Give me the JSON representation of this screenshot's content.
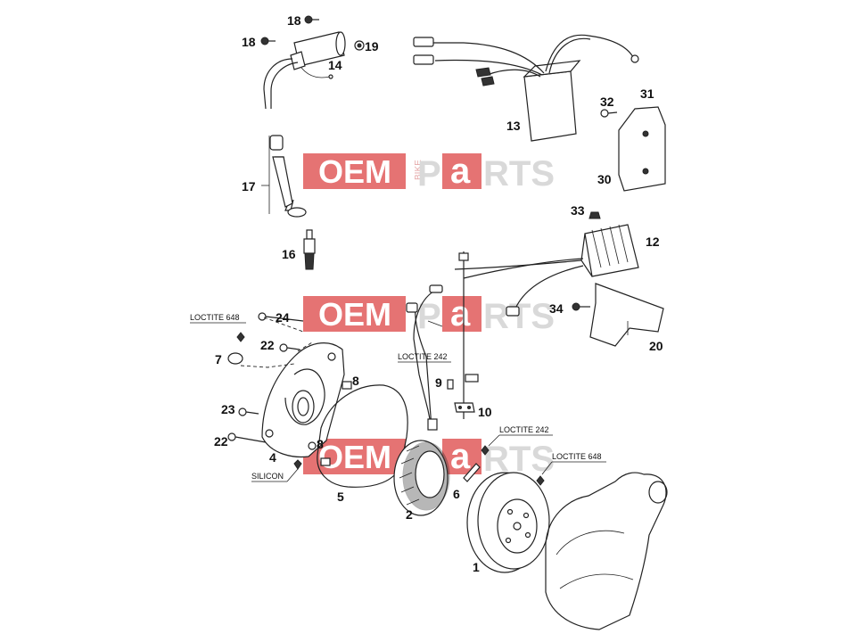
{
  "callouts": {
    "c1": "1",
    "c2": "2",
    "c4": "4",
    "c5": "5",
    "c6": "6",
    "c7": "7",
    "c8a": "8",
    "c8b": "8",
    "c9": "9",
    "c10": "10",
    "c12": "12",
    "c13": "13",
    "c14": "14",
    "c16": "16",
    "c17": "17",
    "c18a": "18",
    "c18b": "18",
    "c19": "19",
    "c20": "20",
    "c22a": "22",
    "c22b": "22",
    "c23": "23",
    "c24": "24",
    "c30": "30",
    "c31": "31",
    "c32": "32",
    "c33": "33",
    "c34": "34"
  },
  "notes": {
    "loctite648_left": "LOCTITE 648",
    "loctite242_mid": "LOCTITE 242",
    "loctite242_right": "LOCTITE 242",
    "loctite648_right": "LOCTITE 648",
    "silicon": "SILICON"
  },
  "watermark": {
    "oem": "OEM",
    "bike": "BIKE",
    "parts_p": "P",
    "parts_a": "a",
    "parts_rts": "RTS"
  },
  "colors": {
    "watermark_red": "#e05a5a",
    "line": "#222222"
  }
}
